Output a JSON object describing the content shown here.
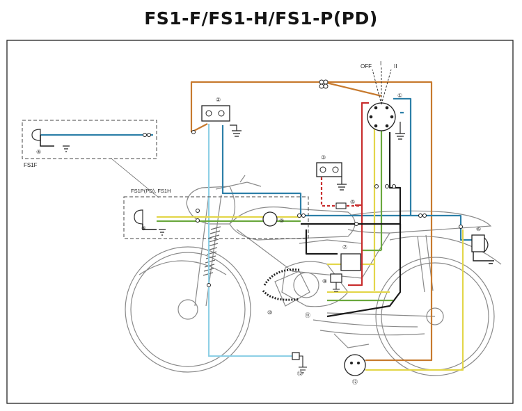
{
  "title": "FS1-F/FS1-H/FS1-P(PD)",
  "inset_labels": {
    "top_inset": "FS1F",
    "mid_inset": "FS1P(PD), FS1H"
  },
  "switch_labels": {
    "off": "OFF",
    "one": "I",
    "two": "II"
  },
  "part_numbers": [
    "①",
    "②",
    "③",
    "④",
    "④",
    "⑤",
    "⑥",
    "⑦",
    "⑧",
    "⑨",
    "⑩",
    "⑪",
    "⑫",
    "⑬"
  ],
  "wire_colors": {
    "brown": "#c77a2e",
    "blue": "#2c7fa8",
    "light_blue": "#8fd0e6",
    "yellow": "#e3d64a",
    "green": "#6aa83d",
    "red": "#c82e2e",
    "black": "#1a1a1a"
  },
  "icons": {
    "ground": "ground-symbol-icon",
    "connector": "wire-connector-icon",
    "fuse": "fuse-icon"
  }
}
